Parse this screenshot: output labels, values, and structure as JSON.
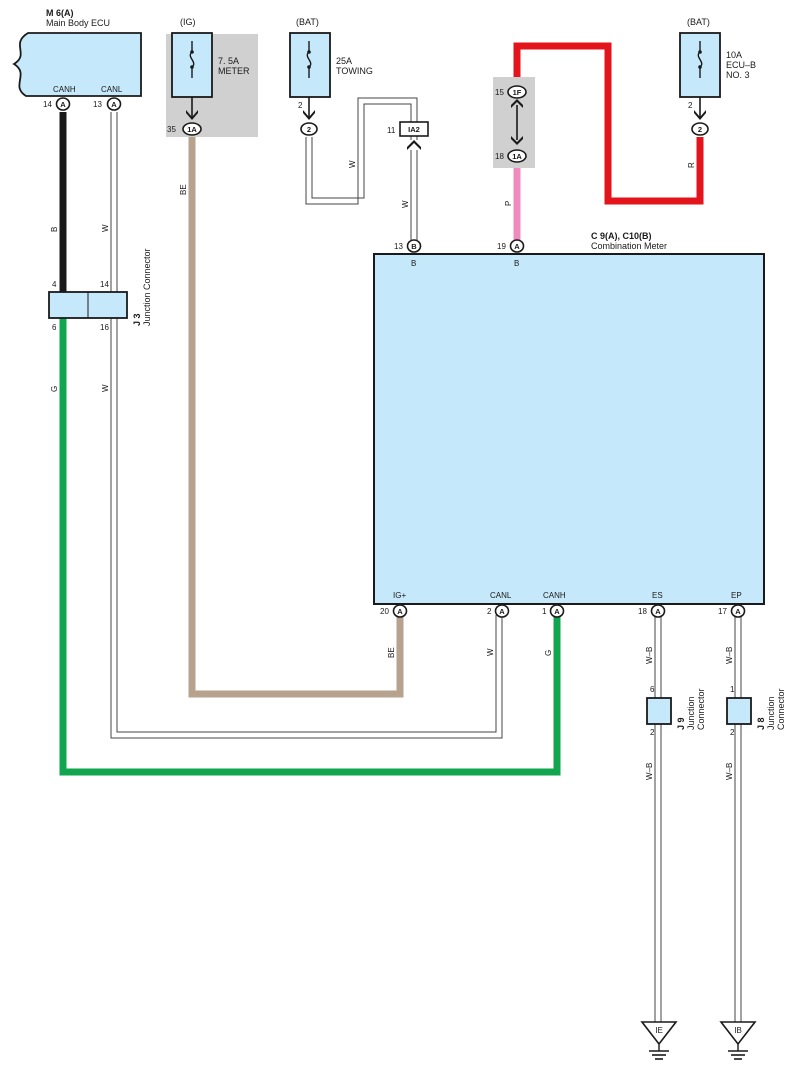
{
  "colors": {
    "component_fill": "#c6e8fb",
    "relay_gray": "#d0d0d0",
    "wire_black": "#1a1a1a",
    "wire_beige": "#b6a28d",
    "wire_red": "#e3141b",
    "wire_pink": "#f08bbf",
    "wire_green": "#12a550"
  },
  "ecu": {
    "title": "M 6(A)",
    "subtitle": "Main Body ECU",
    "canh_label": "CANH",
    "canl_label": "CANL",
    "canh_pin": "14",
    "canl_pin": "13",
    "conn_letter": "A"
  },
  "fuse_meter": {
    "source": "(IG)",
    "rating": "7. 5A",
    "name": "METER",
    "pin": "35",
    "conn": "1A"
  },
  "fuse_towing": {
    "source": "(BAT)",
    "rating": "25A",
    "name": "TOWING",
    "pin": "2",
    "conn": "2"
  },
  "fuse_ecub": {
    "source": "(BAT)",
    "rating": "10A",
    "name_line1": "ECU–B",
    "name_line2": "NO. 3",
    "pin": "2",
    "conn": "2"
  },
  "connector_ia2": {
    "pin": "11",
    "name": "IA2"
  },
  "relay_conn": {
    "top_pin": "15",
    "top_conn": "1F",
    "bottom_pin": "18",
    "bottom_conn": "1A"
  },
  "combination_meter": {
    "title": "C 9(A), C10(B)",
    "subtitle": "Combination Meter",
    "top_pins": [
      {
        "pin": "13",
        "conn": "B",
        "label": "B"
      },
      {
        "pin": "19",
        "conn": "A",
        "label": "B"
      }
    ],
    "bottom_pins": [
      {
        "pin": "20",
        "conn": "A",
        "label": "IG+"
      },
      {
        "pin": "2",
        "conn": "A",
        "label": "CANL"
      },
      {
        "pin": "1",
        "conn": "A",
        "label": "CANH"
      },
      {
        "pin": "18",
        "conn": "A",
        "label": "ES"
      },
      {
        "pin": "17",
        "conn": "A",
        "label": "EP"
      }
    ]
  },
  "junction_j3": {
    "id": "J 3",
    "name": "Junction Connector",
    "in_left": "4",
    "in_right": "14",
    "out_left": "6",
    "out_right": "16"
  },
  "junction_j9": {
    "id": "J 9",
    "name_line1": "Junction",
    "name_line2": "Connector",
    "in": "6",
    "out": "2"
  },
  "junction_j8": {
    "id": "J 8",
    "name_line1": "Junction",
    "name_line2": "Connector",
    "in": "1",
    "out": "2"
  },
  "grounds": {
    "left": "IE",
    "right": "IB"
  },
  "wire_labels": {
    "ecu_canh": "B",
    "ecu_canl_upper": "W",
    "j3_green": "G",
    "j3_white": "W",
    "meter_beige": "BE",
    "towing_w1": "W",
    "towing_w2": "W",
    "pink": "P",
    "red": "R",
    "ig_beige": "BE",
    "canl_w": "W",
    "canh_g": "G",
    "es_upper": "W–B",
    "es_lower": "W–B",
    "ep_upper": "W–B",
    "ep_lower": "W–B"
  }
}
